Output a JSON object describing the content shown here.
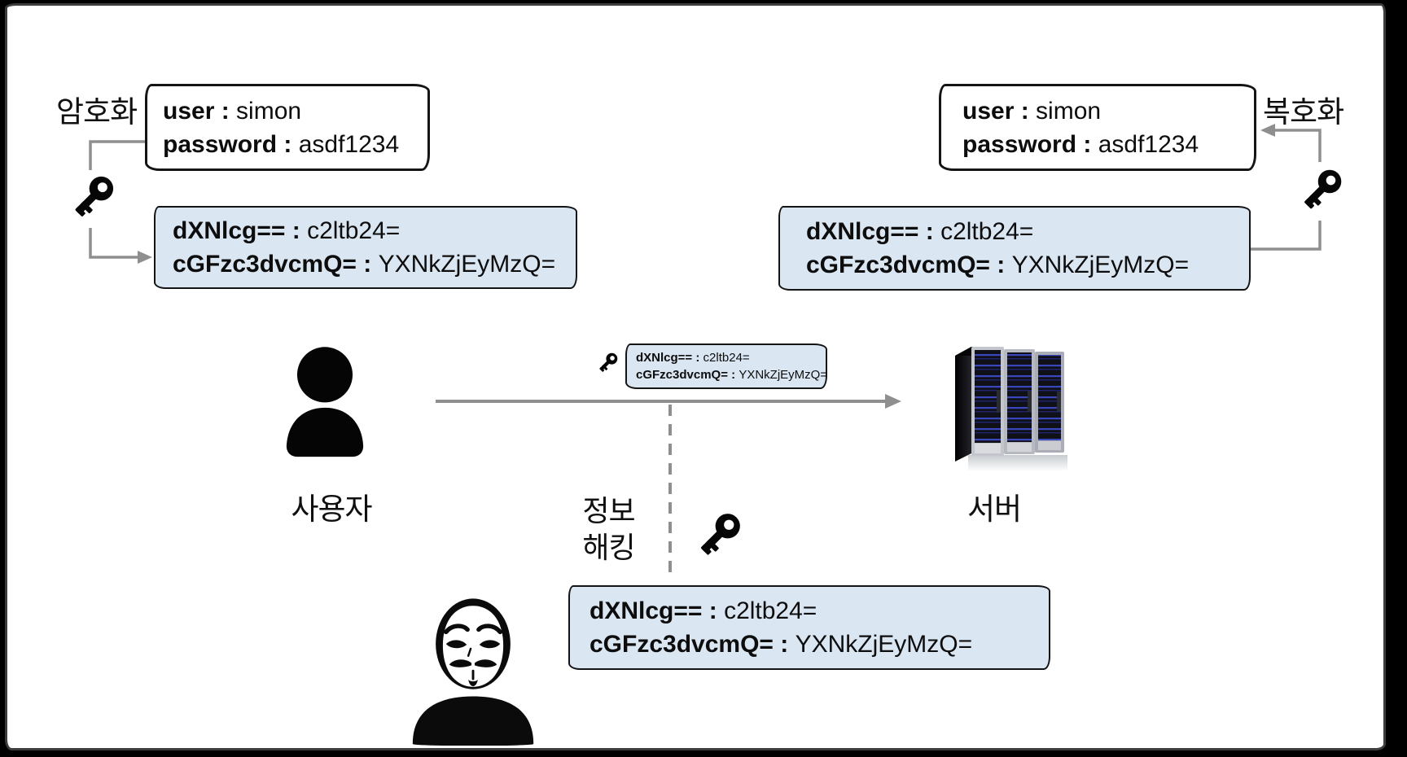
{
  "diagram": {
    "labels": {
      "encrypt": "암호화",
      "decrypt": "복호화",
      "user": "사용자",
      "server": "서버",
      "hack_line1": "정보",
      "hack_line2": "해킹"
    },
    "separator": " : ",
    "credentials_plain": {
      "rows": [
        {
          "key": "user",
          "value": "simon"
        },
        {
          "key": "password",
          "value": "asdf1234"
        }
      ]
    },
    "credentials_encrypted": {
      "rows": [
        {
          "key": "dXNlcg==",
          "value": "c2ltb24="
        },
        {
          "key": "cGFzc3dvcmQ=",
          "value": "YXNkZjEyMzQ="
        }
      ]
    },
    "icons": {
      "key": "key-icon",
      "user": "person-icon",
      "server": "server-rack-icon",
      "hacker": "anonymous-mask-icon"
    },
    "colors": {
      "box_blue": "#dbe6f3",
      "connector_gray": "#8f8f8f",
      "ink": "#111111"
    }
  }
}
